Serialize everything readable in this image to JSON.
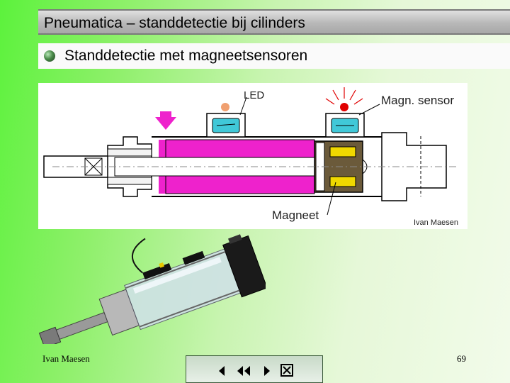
{
  "title": "Pneumatica – standdetectie bij cilinders",
  "subtitle": "Standdetectie met magneetsensoren",
  "diagram": {
    "label_led": "LED",
    "label_sensor": "Magn. sensor",
    "label_magnet": "Magneet",
    "credit": "Ivan Maesen"
  },
  "footer": {
    "author": "Ivan Maesen",
    "page_number": "69"
  },
  "nav": {
    "icons": [
      "triangle-left-icon",
      "double-triangle-left-icon",
      "triangle-right-icon",
      "close-box-icon"
    ]
  }
}
